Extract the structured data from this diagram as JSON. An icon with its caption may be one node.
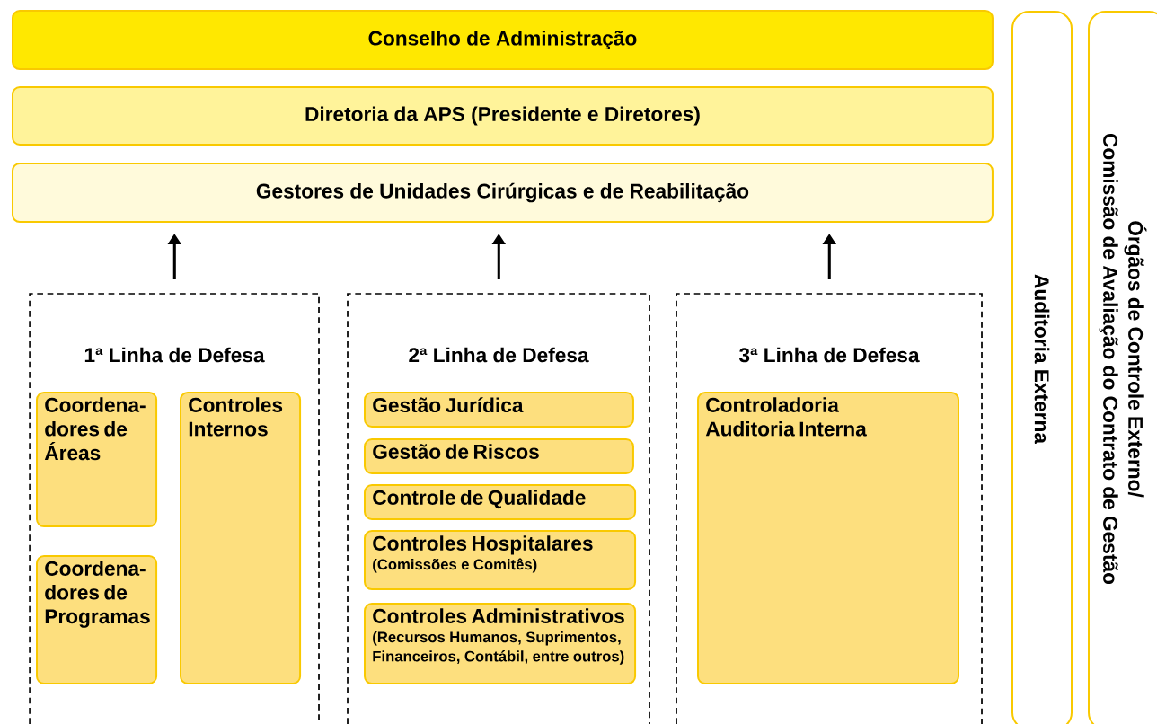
{
  "diagram": {
    "nodes": [
      {
        "text": [
          "Conselho de Administração"
        ]
      },
      {
        "text": [
          "Diretoria da APS (Presidente e Diretores)"
        ]
      },
      {
        "text": [
          "Gestores de Unidades Cirúrgicas e de Reabilitação"
        ]
      },
      {
        "text": [
          "1ª Linha de Defesa"
        ]
      },
      {
        "text": [
          "Coordena-dores de Áreas"
        ],
        "in": 3
      },
      {
        "text": [
          "Controles Internos"
        ],
        "in": 3
      },
      {
        "text": [
          "Coordena-dores de Programas"
        ],
        "in": 3
      },
      {
        "text": [
          "2ª Linha de Defesa"
        ]
      },
      {
        "text": [
          "Gestão Jurídica"
        ],
        "in": 7
      },
      {
        "text": [
          "Gestão de Riscos"
        ],
        "in": 7
      },
      {
        "text": [
          "Controle de Qualidade"
        ],
        "in": 7
      },
      {
        "text": [
          "Controles Hospitalares",
          "(Comissões e Comitês)"
        ],
        "in": 7
      },
      {
        "text": [
          "Controles Administrativos",
          "(Recursos Humanos, Suprimentos, Financeiros, Contábil, entre outros)"
        ],
        "in": 7
      },
      {
        "text": [
          "3ª Linha de Defesa"
        ]
      },
      {
        "text": [
          "Controladoria",
          "Auditoria Interna"
        ],
        "in": 13
      },
      {
        "text": [
          "Auditoria Externa"
        ]
      },
      {
        "text": [
          "Órgãos de Controle Externo/ Comissão de Avaliação do Contrato de Gestão"
        ]
      }
    ],
    "edges": [
      {
        "from": 3,
        "to": 2,
        "arrow": "to"
      },
      {
        "from": 7,
        "to": 2,
        "arrow": "to"
      },
      {
        "from": 13,
        "to": 2,
        "arrow": "to"
      }
    ]
  }
}
